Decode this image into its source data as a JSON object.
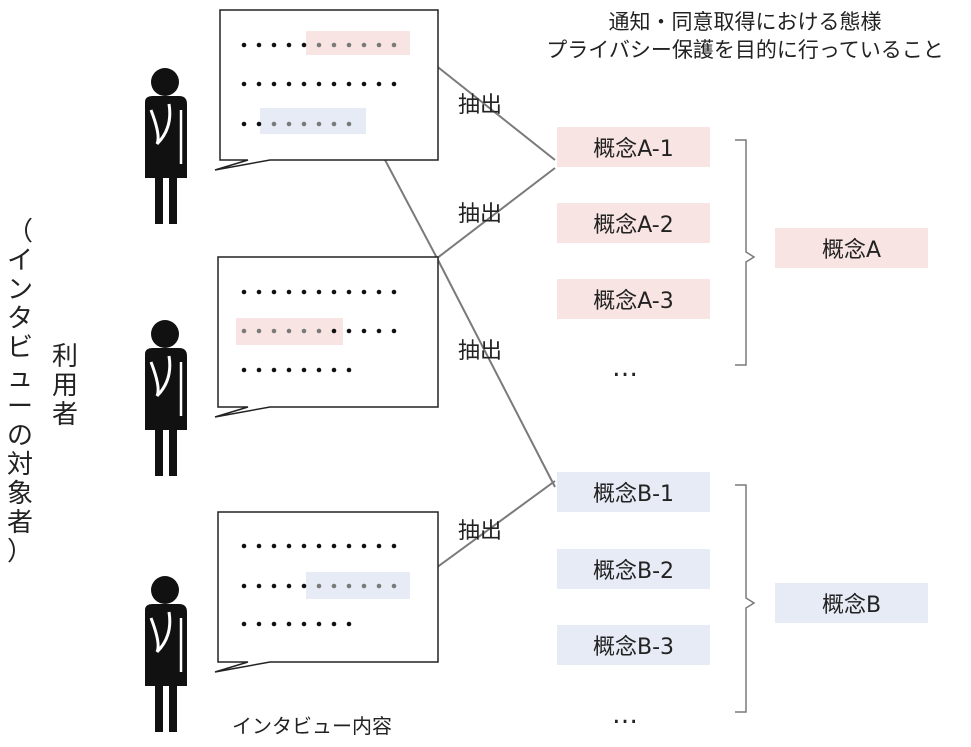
{
  "colors": {
    "pink": "#f8e4e2",
    "blue": "#e6ebf5",
    "line": "#7a7a7a",
    "dot_dark": "#111111",
    "dot_light": "#7a7a7a",
    "person": "#111111"
  },
  "caption": {
    "line1": "通知・同意取得における態様",
    "line2": "プライバシー保護を目的に行っていること"
  },
  "extract_label": "抽出",
  "concepts": {
    "a": {
      "items": [
        "概念A-1",
        "概念A-2",
        "概念A-3"
      ],
      "more": "…",
      "group": "概念A"
    },
    "b": {
      "items": [
        "概念B-1",
        "概念B-2",
        "概念B-3"
      ],
      "more": "…",
      "group": "概念B"
    }
  },
  "side_label": {
    "outer": [
      "（",
      "イ",
      "ン",
      "タ",
      "ビ",
      "ュ",
      "ー",
      "の",
      "対",
      "象",
      "者",
      "）"
    ],
    "inner": [
      "利",
      "用",
      "者"
    ]
  },
  "interview_label": "インタビュー内容",
  "icons": [
    "person-thinking-icon",
    "speech-bubble-icon"
  ]
}
